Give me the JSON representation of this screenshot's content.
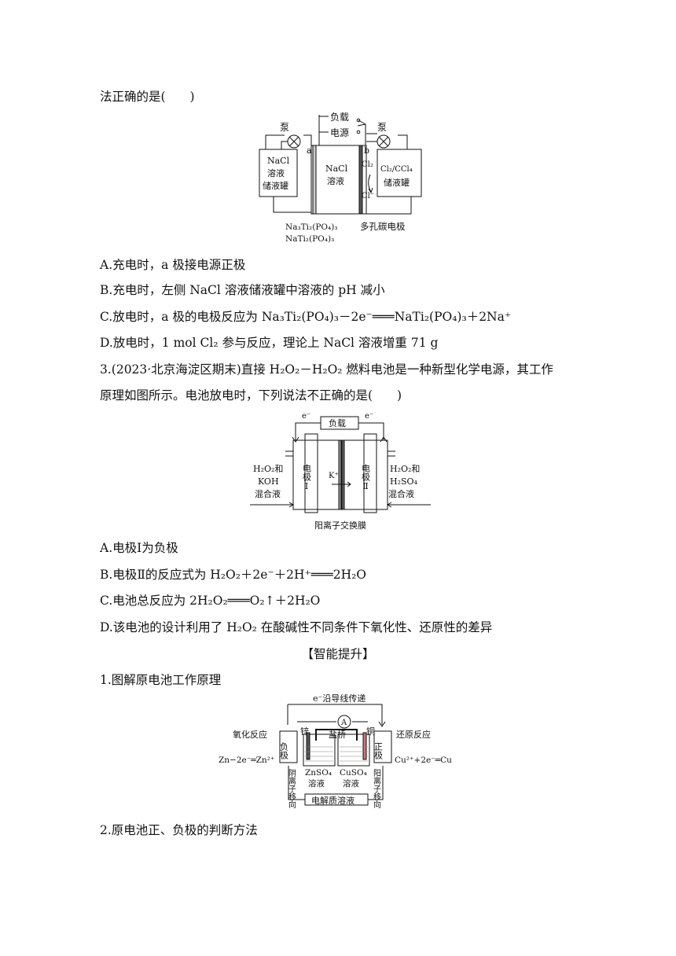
{
  "q2": {
    "stem_tail": "法正确的是(　　)",
    "figure": {
      "load": "负载",
      "power": "电源",
      "pump_left": "泵",
      "pump_right": "泵",
      "electrode_a": "a",
      "electrode_b": "b",
      "left_tank_1": "NaCl",
      "left_tank_2": "溶液",
      "left_tank_3": "储液罐",
      "middle_1": "NaCl",
      "middle_2": "溶液",
      "cl2": "Cl₂",
      "cl_ion": "Cl⁻",
      "right_tank_1": "Cl₂/CCl₄",
      "right_tank_2": "储液罐",
      "bottom_left_1": "Na₃Ti₂(PO₄)₃",
      "bottom_left_2": "NaTi₂(PO₄)₃",
      "bottom_right": "多孔碳电极"
    },
    "options": [
      "A.充电时，a 极接电源正极",
      "B.充电时，左侧 NaCl 溶液储液罐中溶液的 pH 减小",
      "C.放电时，a 极的电极反应为 Na₃Ti₂(PO₄)₃－2e⁻═══NaTi₂(PO₄)₃＋2Na⁺",
      "D.放电时，1 mol Cl₂ 参与反应，理论上 NaCl 溶液增重 71 g"
    ]
  },
  "q3": {
    "stem_line1": "3.(2023·北京海淀区期末)直接 H₂O₂－H₂O₂ 燃料电池是一种新型化学电源，其工作",
    "stem_line2": "原理如图所示。电池放电时，下列说法不正确的是(　　)",
    "figure": {
      "load": "负载",
      "e_left": "e⁻",
      "e_right": "e⁻",
      "left_1": "H₂O₂和",
      "left_2": "KOH",
      "left_3": "混合液",
      "right_1": "H₂O₂和",
      "right_2": "H₂SO₄",
      "right_3": "混合液",
      "electrode1": "电极Ⅰ",
      "electrode2": "电极Ⅱ",
      "kion": "K⁺",
      "membrane": "阳离子交换膜"
    },
    "options": [
      "A.电极Ⅰ为负极",
      "B.电极Ⅱ的反应式为 H₂O₂＋2e⁻＋2H⁺═══2H₂O",
      "C.电池总反应为 2H₂O₂═══O₂↑＋2H₂O",
      "D.该电池的设计利用了 H₂O₂ 在酸碱性不同条件下氧化性、还原性的差异"
    ]
  },
  "section_title": "【智能提升】",
  "item1": {
    "title": "1.图解原电池工作原理",
    "figure": {
      "top": "e⁻沿导线传递",
      "ammeter": "A",
      "zinc": "锌",
      "copper": "铜",
      "salt_bridge": "盐桥",
      "oxidation": "氧化反应",
      "reduction": "还原反应",
      "neg": "负极",
      "pos": "正极",
      "left_eq": "Zn−2e⁻═Zn²⁺",
      "right_eq": "Cu²⁺+2e⁻═Cu",
      "anion_move": "阴离子移向",
      "cation_move": "阳离子移向",
      "znso4": "ZnSO₄",
      "znso4_2": "溶液",
      "cuso4": "CuSO₄",
      "cuso4_2": "溶液",
      "electrolyte": "电解质溶液"
    }
  },
  "item2": {
    "title": "2.原电池正、负极的判断方法"
  }
}
